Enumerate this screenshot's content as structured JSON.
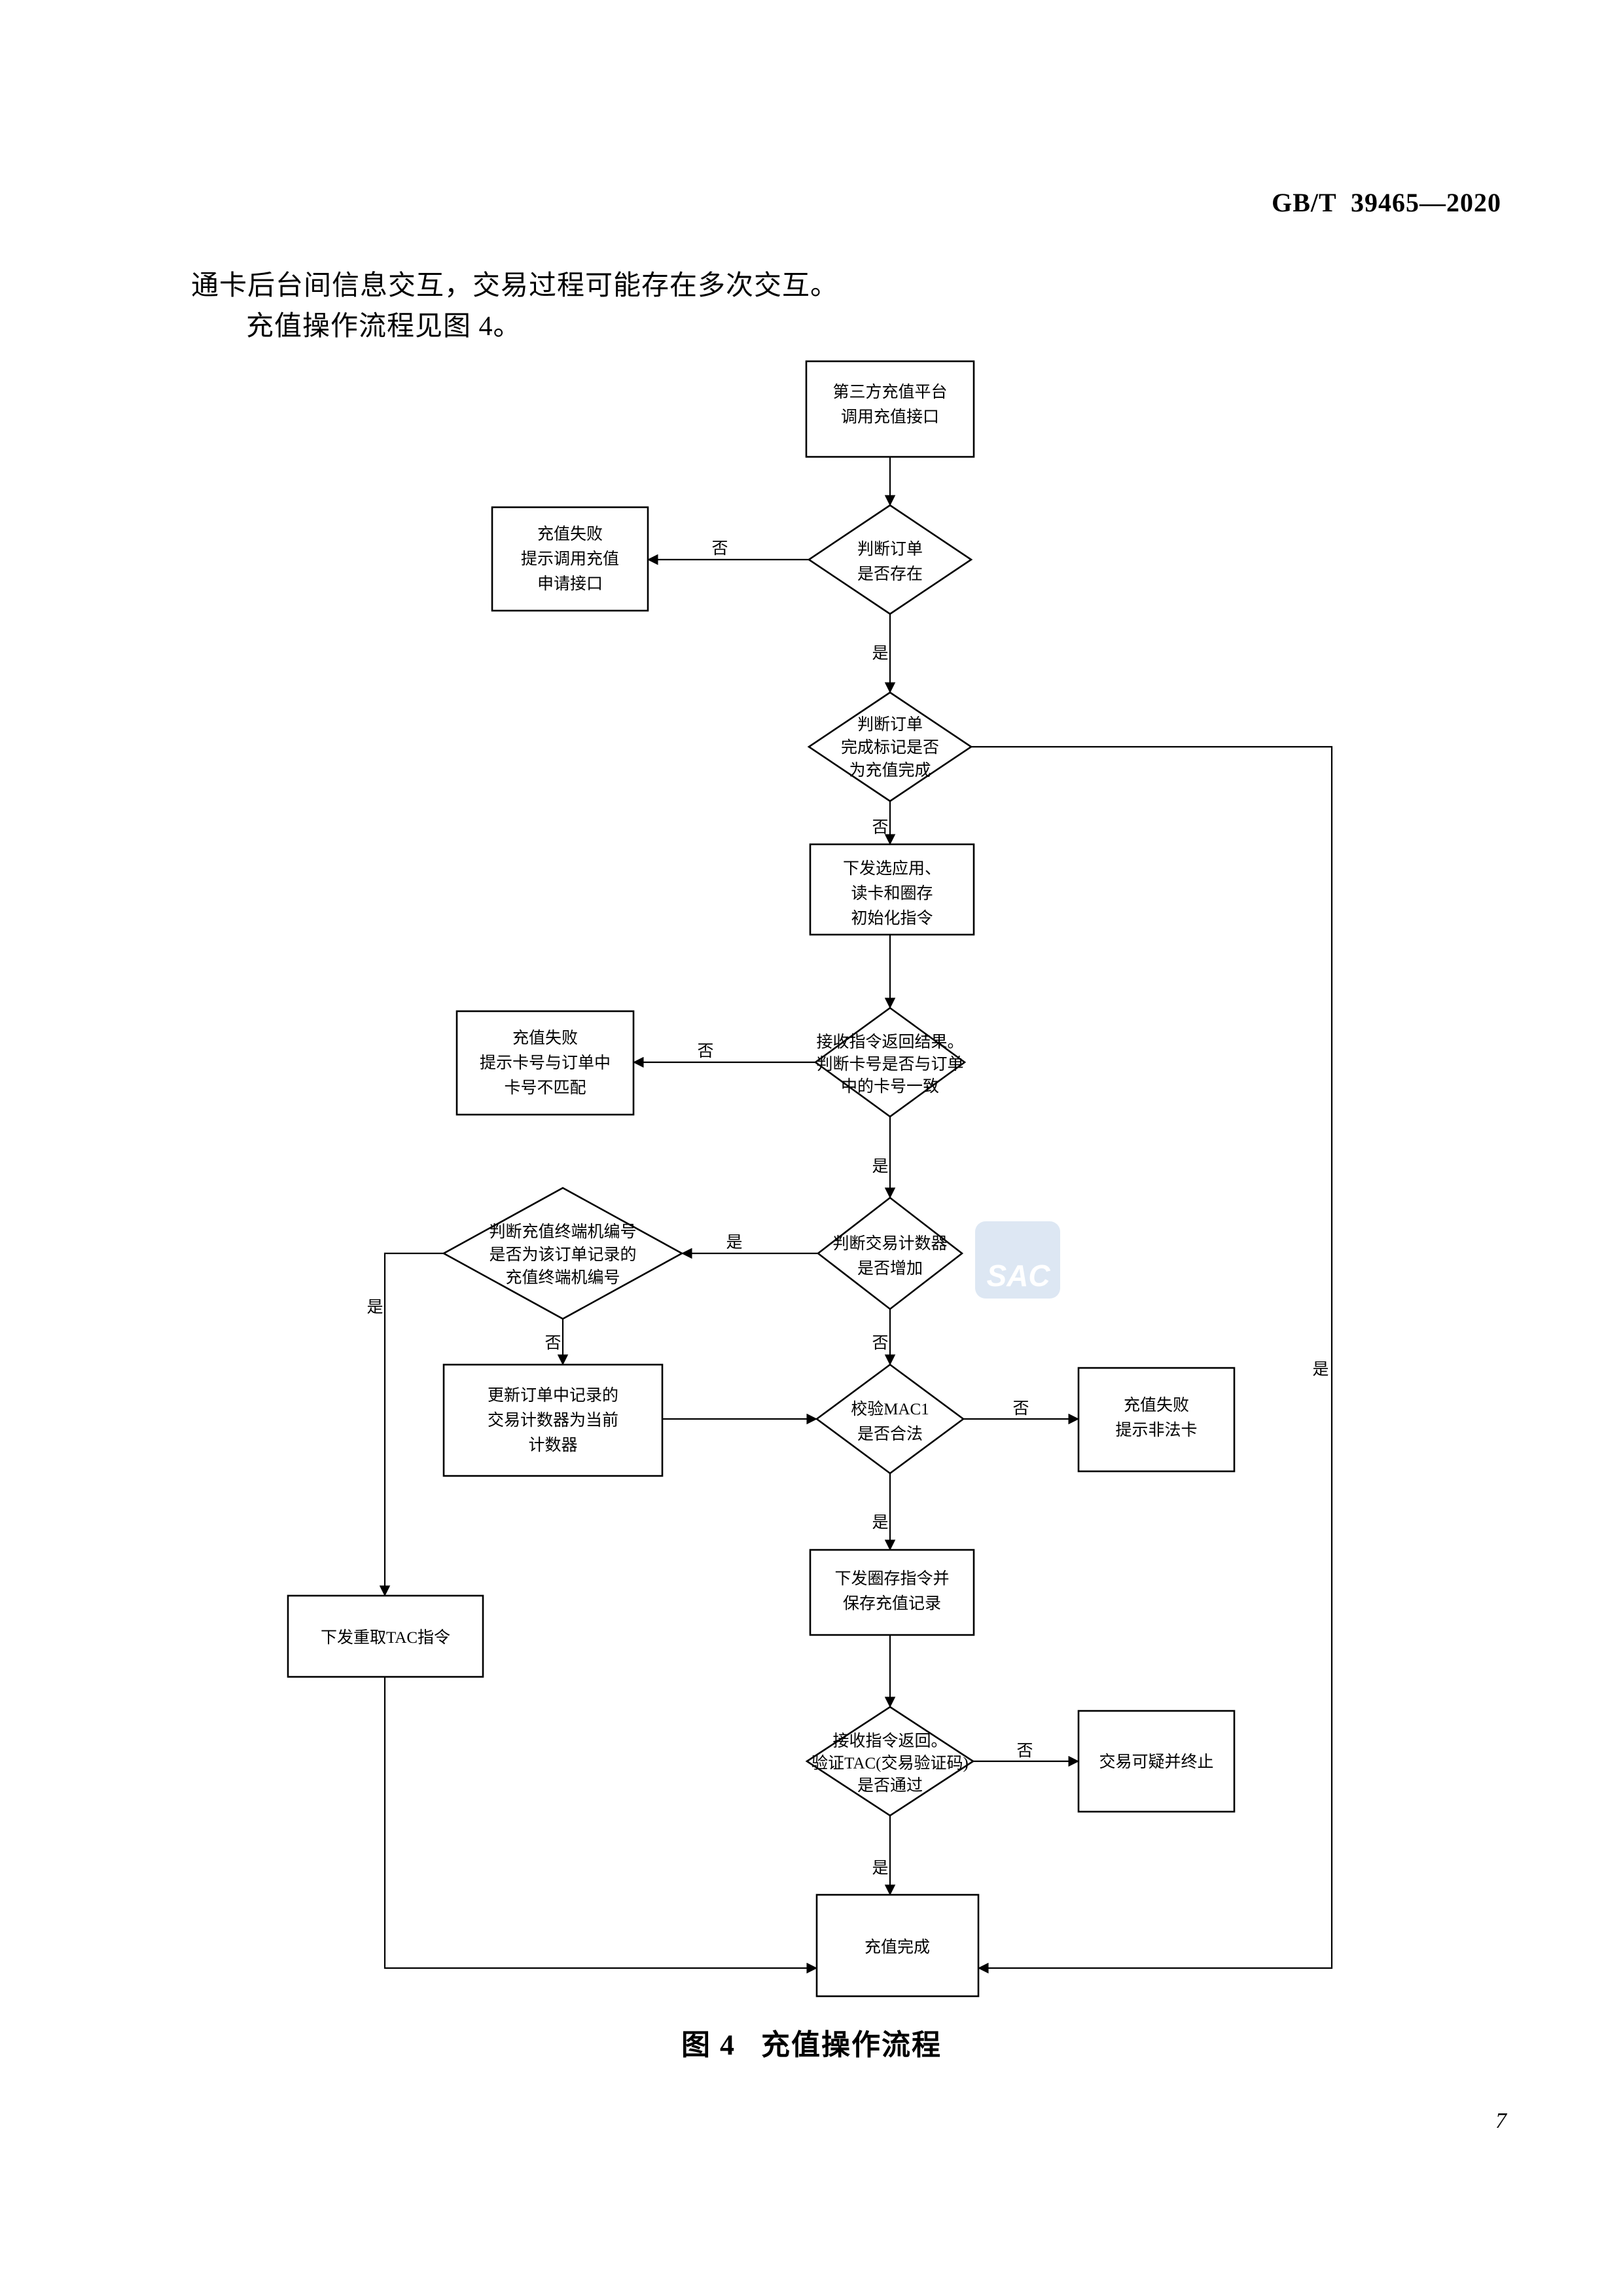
{
  "header": {
    "standard_number": "GB/T  39465—2020"
  },
  "page_number": "7",
  "body": {
    "paragraph_1": "通卡后台间信息交互，交易过程可能存在多次交互。",
    "paragraph_2": "充值操作流程见图 4。"
  },
  "figure": {
    "caption": "图 4   充值操作流程",
    "watermark": "SAC",
    "nodes": {
      "start": {
        "type": "process",
        "lines": [
          "第三方充值平台",
          "调用充值接口"
        ]
      },
      "d_order_exists": {
        "type": "decision",
        "lines": [
          "判断订单",
          "是否存在"
        ]
      },
      "fail_call_apply": {
        "type": "process",
        "lines": [
          "充值失败",
          "提示调用充值",
          "申请接口"
        ]
      },
      "d_order_finished": {
        "type": "decision",
        "lines": [
          "判断订单",
          "完成标记是否",
          "为充值完成"
        ]
      },
      "send_init_cmd": {
        "type": "process",
        "lines": [
          "下发选应用、",
          "读卡和圈存",
          "初始化指令"
        ]
      },
      "d_card_match": {
        "type": "decision",
        "lines": [
          "接收指令返回结果。",
          "判断卡号是否与订单",
          "中的卡号一致"
        ]
      },
      "fail_card_mismatch": {
        "type": "process",
        "lines": [
          "充值失败",
          "提示卡号与订单中",
          "卡号不匹配"
        ]
      },
      "d_counter_inc": {
        "type": "decision",
        "lines": [
          "判断交易计数器",
          "是否增加"
        ]
      },
      "d_terminal_no": {
        "type": "decision",
        "lines": [
          "判断充值终端机编号",
          "是否为该订单记录的",
          "充值终端机编号"
        ]
      },
      "update_counter": {
        "type": "process",
        "lines": [
          "更新订单中记录的",
          "交易计数器为当前",
          "计数器"
        ]
      },
      "d_mac1": {
        "type": "decision",
        "lines": [
          "校验MAC1",
          "是否合法"
        ]
      },
      "fail_illegal_card": {
        "type": "process",
        "lines": [
          "充值失败",
          "提示非法卡"
        ]
      },
      "resend_tac": {
        "type": "process",
        "lines": [
          "下发重取TAC指令"
        ]
      },
      "send_load_cmd": {
        "type": "process",
        "lines": [
          "下发圈存指令并",
          "保存充值记录"
        ]
      },
      "d_tac_ok": {
        "type": "decision",
        "lines": [
          "接收指令返回。",
          "验证TAC(交易验证码)",
          "是否通过"
        ]
      },
      "txn_suspicious": {
        "type": "process",
        "lines": [
          "交易可疑并终止"
        ]
      },
      "done": {
        "type": "process",
        "lines": [
          "充值完成"
        ]
      }
    },
    "edges": [
      {
        "from": "start",
        "to": "d_order_exists",
        "label": ""
      },
      {
        "from": "d_order_exists",
        "to": "fail_call_apply",
        "label": "否"
      },
      {
        "from": "d_order_exists",
        "to": "d_order_finished",
        "label": "是"
      },
      {
        "from": "d_order_finished",
        "to": "done",
        "label": "是"
      },
      {
        "from": "d_order_finished",
        "to": "send_init_cmd",
        "label": "否"
      },
      {
        "from": "send_init_cmd",
        "to": "d_card_match",
        "label": ""
      },
      {
        "from": "d_card_match",
        "to": "fail_card_mismatch",
        "label": "否"
      },
      {
        "from": "d_card_match",
        "to": "d_counter_inc",
        "label": "是"
      },
      {
        "from": "d_counter_inc",
        "to": "d_terminal_no",
        "label": "是"
      },
      {
        "from": "d_counter_inc",
        "to": "d_mac1",
        "label": "否"
      },
      {
        "from": "d_terminal_no",
        "to": "update_counter",
        "label": "否"
      },
      {
        "from": "d_terminal_no",
        "to": "resend_tac",
        "label": "是"
      },
      {
        "from": "update_counter",
        "to": "d_mac1",
        "label": ""
      },
      {
        "from": "d_mac1",
        "to": "fail_illegal_card",
        "label": "否"
      },
      {
        "from": "d_mac1",
        "to": "send_load_cmd",
        "label": "是"
      },
      {
        "from": "send_load_cmd",
        "to": "d_tac_ok",
        "label": ""
      },
      {
        "from": "d_tac_ok",
        "to": "txn_suspicious",
        "label": "否"
      },
      {
        "from": "d_tac_ok",
        "to": "done",
        "label": "是"
      },
      {
        "from": "resend_tac",
        "to": "done",
        "label": ""
      }
    ]
  }
}
